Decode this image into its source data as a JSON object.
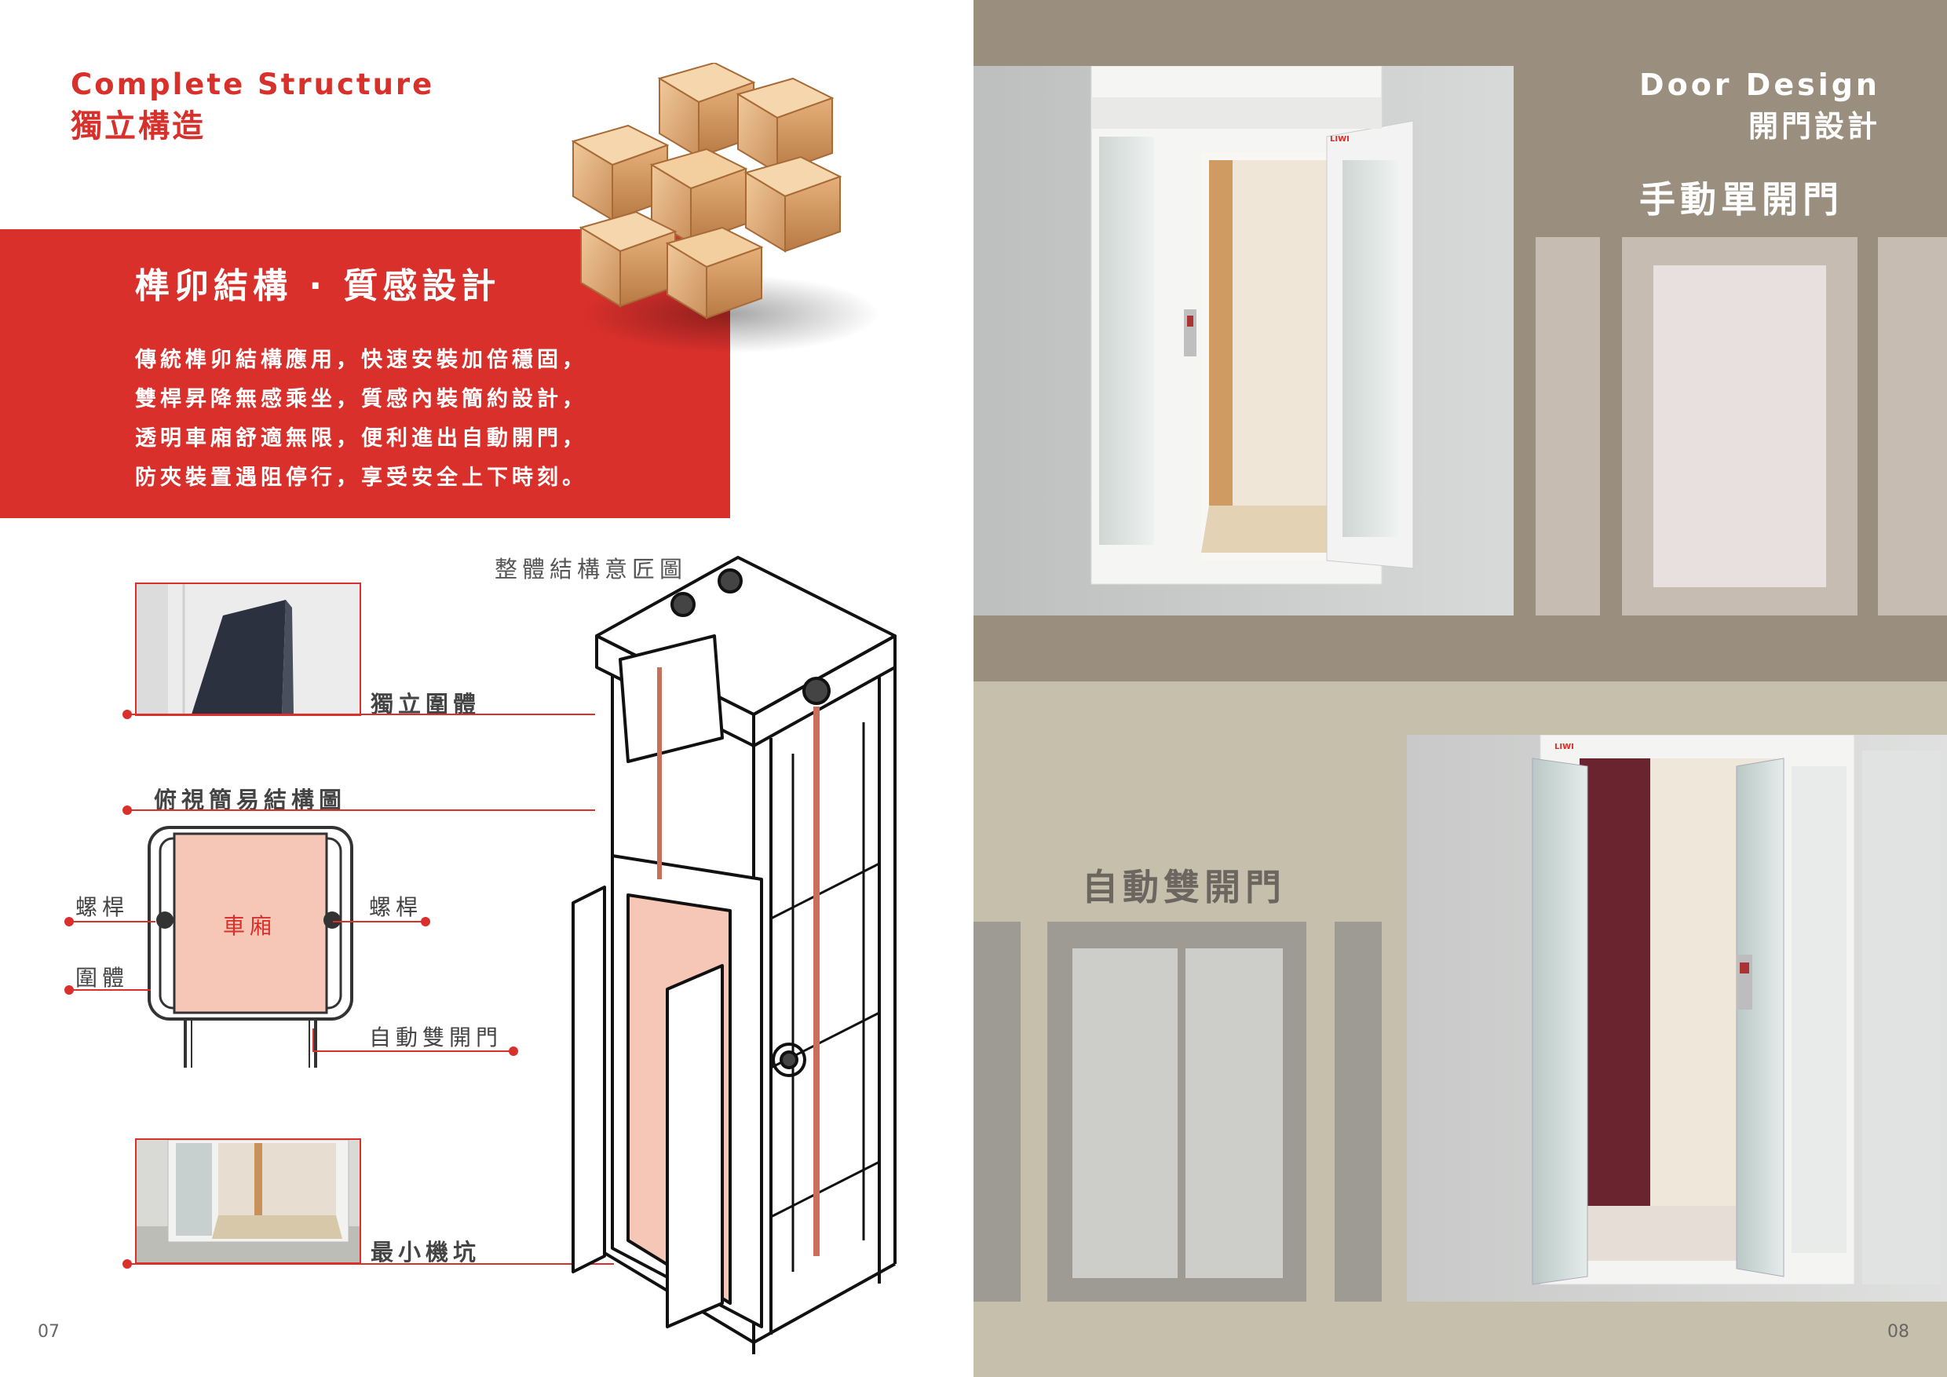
{
  "left_page": {
    "title_en": "Complete Structure",
    "title_zh": "獨立構造",
    "band_heading": "榫卯結構 · 質感設計",
    "band_lines": [
      "傳統榫卯結構應用，快速安裝加倍穩固，",
      "雙桿昇降無感乘坐，質感內裝簡約設計，",
      "透明車廂舒適無限，便利進出自動開門，",
      "防夾裝置遇阻停行，享受安全上下時刻。"
    ],
    "diagram_caption": "整體結構意匠圖",
    "callouts": {
      "enclosure": "獨立圍體",
      "top_view": "俯視簡易結構圖",
      "screw_left": "螺桿",
      "screw_right": "螺桿",
      "car": "車廂",
      "wall": "圍體",
      "auto_door": "自動雙開門",
      "min_pit": "最小機坑"
    },
    "page_number": "07"
  },
  "right_page": {
    "title_en": "Door Design",
    "title_zh": "開門設計",
    "manual_door_title": "手動單開門",
    "auto_door_title": "自動雙開門",
    "brand_mark": "LIWI",
    "page_number": "08"
  },
  "colors": {
    "brand_red": "#d9302c",
    "taupe": "#9a8e7f",
    "beige": "#c6bfac",
    "car_pink": "#f6c7b6"
  },
  "icons": {
    "puzzle": "wooden-burr-puzzle-image",
    "elevator_3d": "elevator-exploded-line-drawing"
  }
}
